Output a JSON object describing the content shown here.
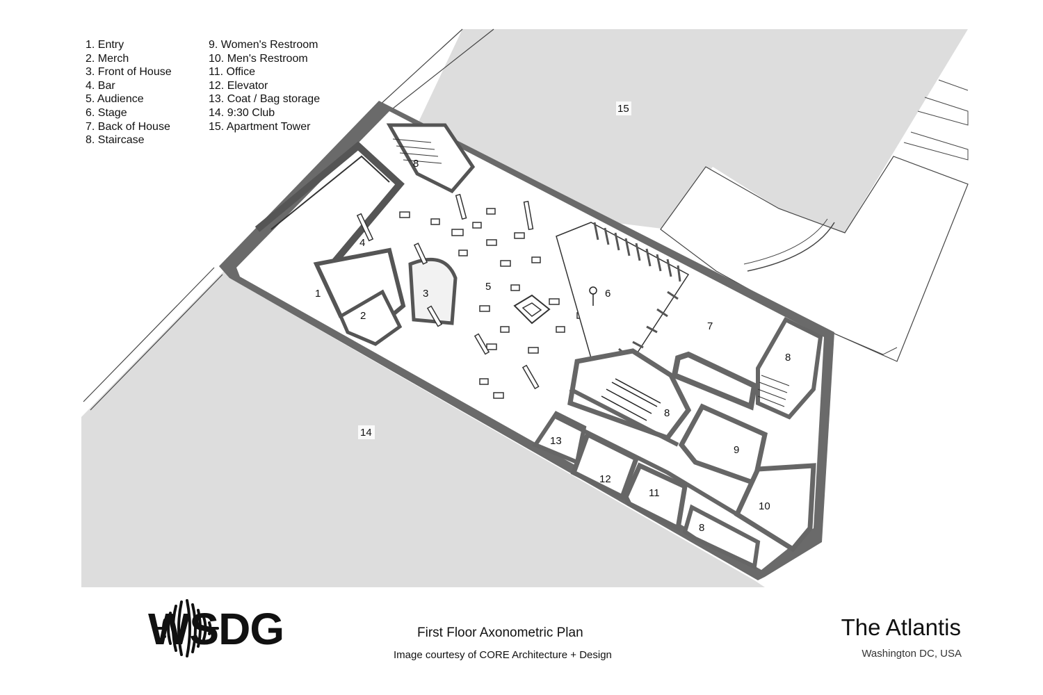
{
  "legend": {
    "column_1": [
      "1. Entry",
      "2. Merch",
      "3. Front of House",
      "4. Bar",
      "5. Audience",
      "6. Stage",
      "7. Back of House",
      "8. Staircase"
    ],
    "column_2": [
      "9. Women's Restroom",
      "10. Men's Restroom",
      "11. Office",
      "12. Elevator",
      "13. Coat / Bag storage",
      "14. 9:30 Club",
      "15. Apartment Tower"
    ]
  },
  "plan_labels": {
    "entry": "1",
    "merch": "2",
    "front_of_house": "3",
    "bar": "4",
    "audience": "5",
    "stage": "6",
    "back_of_house": "7",
    "staircase_top": "8",
    "staircase_right": "8",
    "staircase_center": "8",
    "staircase_bottom": "8",
    "womens_restroom": "9",
    "mens_restroom": "10",
    "office": "11",
    "elevator": "12",
    "coat_storage": "13",
    "club_930": "14",
    "apartment_tower": "15"
  },
  "caption": {
    "title": "First Floor Axonometric Plan",
    "credit": "Image courtesy of CORE Architecture + Design"
  },
  "project": {
    "name": "The Atlantis",
    "location": "Washington DC, USA"
  },
  "brand": {
    "logo_text": "WSDG"
  },
  "colors": {
    "building_fill": "#dddddd",
    "wall": "#666666",
    "floor": "#ffffff",
    "line": "#222222"
  }
}
